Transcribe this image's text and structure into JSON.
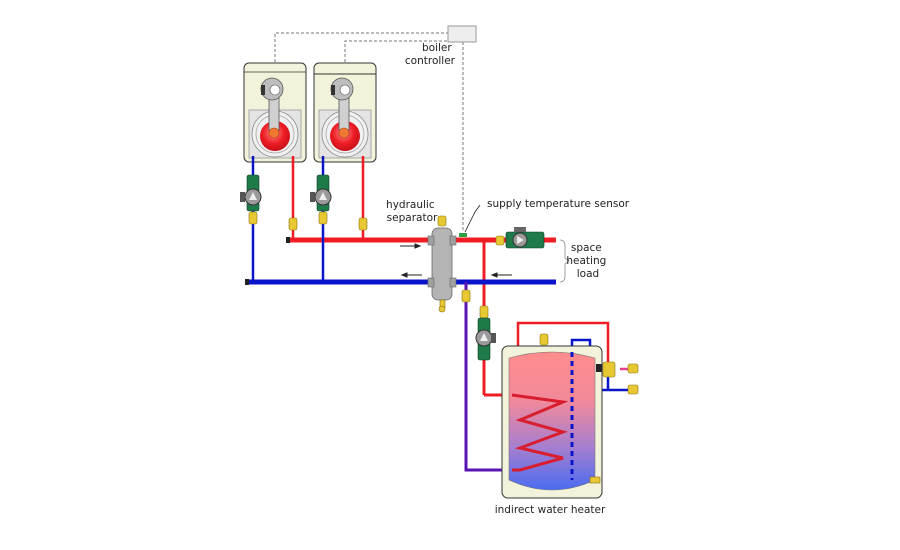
{
  "labels": {
    "boiler_controller": [
      "boiler",
      "controller"
    ],
    "hydraulic_separator": [
      "hydraulic",
      "separator"
    ],
    "supply_temperature_sensor": "supply temperature sensor",
    "space_heating_load": [
      "space",
      "heating",
      "load"
    ],
    "indirect_water_heater": "indirect water heater"
  },
  "colors": {
    "supply": "#ee1c24",
    "return": "#0a14c8",
    "dhw_return": "#5a14b4",
    "pump": "#1f7a4a",
    "valve": "#e8c832",
    "boiler_body": "#f3f3dc",
    "burner": "#e8192c",
    "separator": "#b4b4b4",
    "controller": "#eeeeee",
    "tank_top": "#ff8c8c",
    "tank_bottom": "#4a6cf0",
    "coil": "#d81e2e"
  },
  "components": {
    "boilers": 2,
    "boiler_pumps": 2,
    "load_pump": 1,
    "dhw_pump": 1,
    "mixing_valve": 1
  }
}
